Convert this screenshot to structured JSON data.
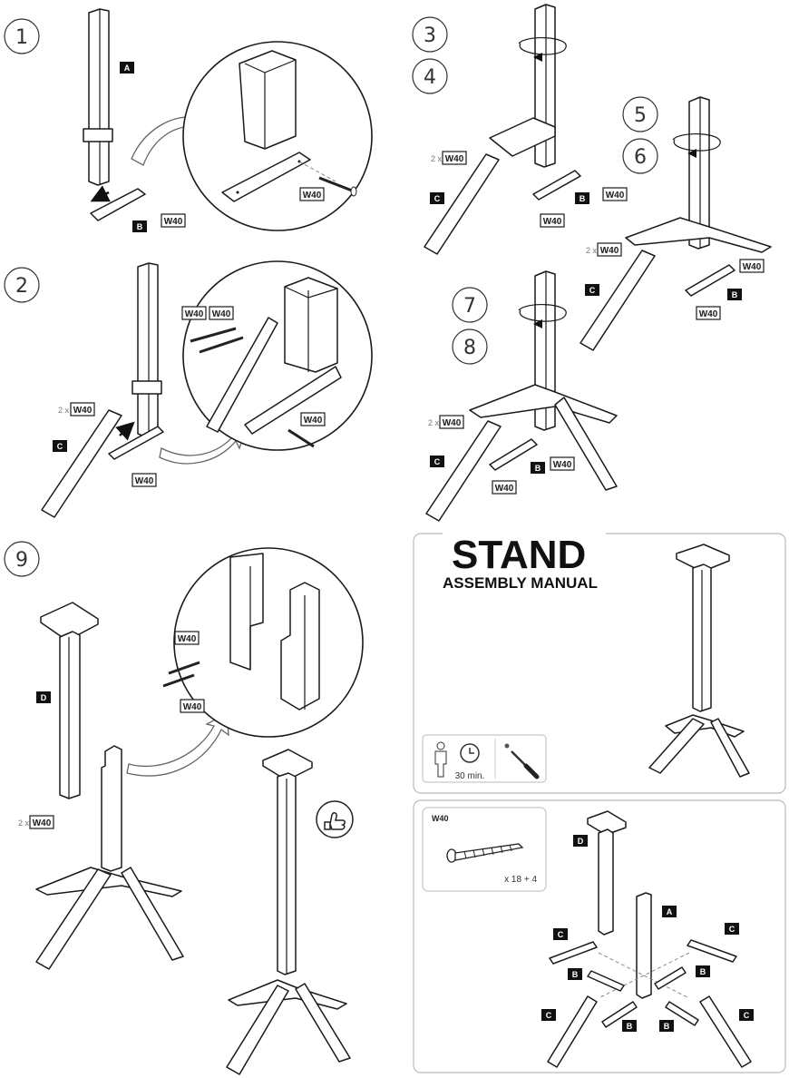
{
  "steps": [
    "1",
    "2",
    "3",
    "4",
    "5",
    "6",
    "7",
    "8",
    "9"
  ],
  "parts": {
    "a": "A",
    "b": "B",
    "c": "C",
    "d": "D"
  },
  "screw": {
    "code": "W40",
    "qty_prefix": "2 x",
    "count": "x 18 + 4"
  },
  "header": {
    "title": "STAND",
    "subtitle": "ASSEMBLY MANUAL"
  },
  "info": {
    "duration": "30 min."
  },
  "icons": [
    "person-icon",
    "clock-icon",
    "screwdriver-icon",
    "thumbs-up-icon",
    "rotate-arrow-icon",
    "screw-icon"
  ]
}
